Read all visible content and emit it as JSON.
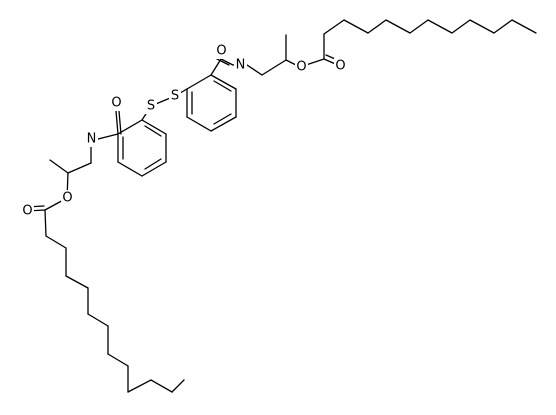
{
  "structure": {
    "colors": {
      "bond": "#000000",
      "background": "#ffffff"
    },
    "atoms": [
      {
        "id": "O1",
        "label": "O"
      },
      {
        "id": "N1",
        "label": "N"
      },
      {
        "id": "O2",
        "label": "O"
      },
      {
        "id": "O3",
        "label": "O"
      },
      {
        "id": "S1",
        "label": "S"
      },
      {
        "id": "S2",
        "label": "S"
      },
      {
        "id": "O4",
        "label": "O"
      },
      {
        "id": "N2",
        "label": "N"
      },
      {
        "id": "O5",
        "label": "O"
      },
      {
        "id": "O6",
        "label": "O"
      }
    ]
  }
}
